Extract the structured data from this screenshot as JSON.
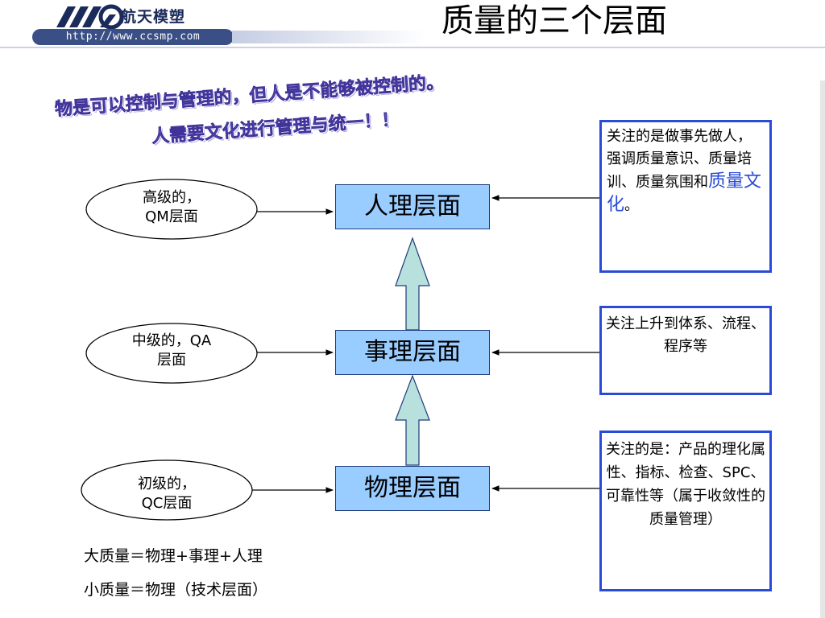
{
  "header": {
    "brand": "航天模塑",
    "url": "http://www.ccsmp.com",
    "title": "质量的三个层面"
  },
  "warning": {
    "line1": "物是可以控制与管理的，但人是不能够被控制的。",
    "line2": "人需要文化进行管理与统一！！"
  },
  "levels": [
    {
      "ellipse_line1": "高级的，",
      "ellipse_line2": "QM层面",
      "box": "人理层面",
      "note_parts": [
        "关注的是做事先做人，强调质量意识、质量培训、质量氛围和",
        "质量文化",
        "。"
      ]
    },
    {
      "ellipse_line1": "中级的，QA",
      "ellipse_line2": "层面",
      "box": "事理层面",
      "note_parts": [
        "关注上升到体系、流程、程序等"
      ]
    },
    {
      "ellipse_line1": "初级的，",
      "ellipse_line2": "QC层面",
      "box": "物理层面",
      "note_parts": [
        "关注的是：产品的理化属性、指标、检查、SPC、可靠性等（属于收敛性的质量管理）"
      ]
    }
  ],
  "footer": {
    "line1": "大质量＝物理+事理+人理",
    "line2": "小质量＝物理（技术层面）"
  },
  "colors": {
    "box_fill": "#99ccff",
    "note_border": "#2a4bd7",
    "up_arrow_fill": "#b8e0dc",
    "warning_text": "#6b5fc8"
  }
}
